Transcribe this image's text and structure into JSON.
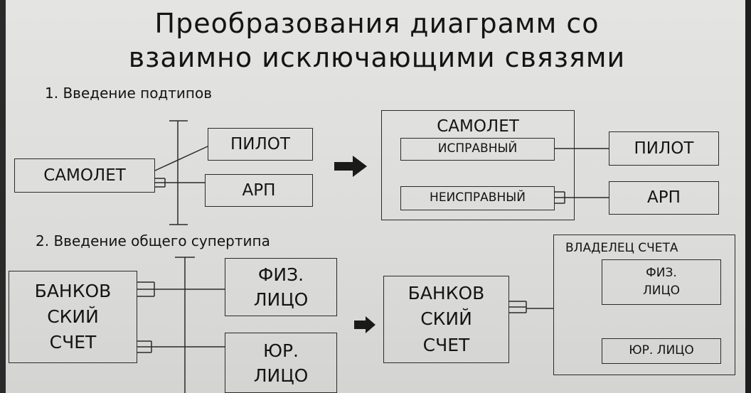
{
  "title": {
    "line1": "Преобразования диаграмм со",
    "line2": "взаимно исключающими связями"
  },
  "sections": {
    "s1": "1. Введение подтипов",
    "s2": "2. Введение общего супертипа"
  },
  "diagram1": {
    "left": {
      "samolet": "САМОЛЕТ",
      "pilot": "ПИЛОТ",
      "arp": "АРП"
    },
    "right": {
      "samolet": "САМОЛЕТ",
      "ispravny": "ИСПРАВНЫЙ",
      "neispravny": "НЕИСПРАВНЫЙ",
      "pilot": "ПИЛОТ",
      "arp": "АРП"
    }
  },
  "diagram2": {
    "left": {
      "bank": "БАНКОВ\nСКИЙ\nСЧЕТ",
      "fiz": "ФИЗ.\nЛИЦО",
      "yur": "ЮР.\nЛИЦО"
    },
    "right": {
      "bank": "БАНКОВ\nСКИЙ\nСЧЕТ",
      "owner": "ВЛАДЕЛЕЦ СЧЕТА",
      "fiz": "ФИЗ.\nЛИЦО",
      "yur": "ЮР. ЛИЦО"
    }
  },
  "colors": {
    "background": "#dcdcda",
    "line": "#2a2a2a",
    "text": "#141414"
  }
}
